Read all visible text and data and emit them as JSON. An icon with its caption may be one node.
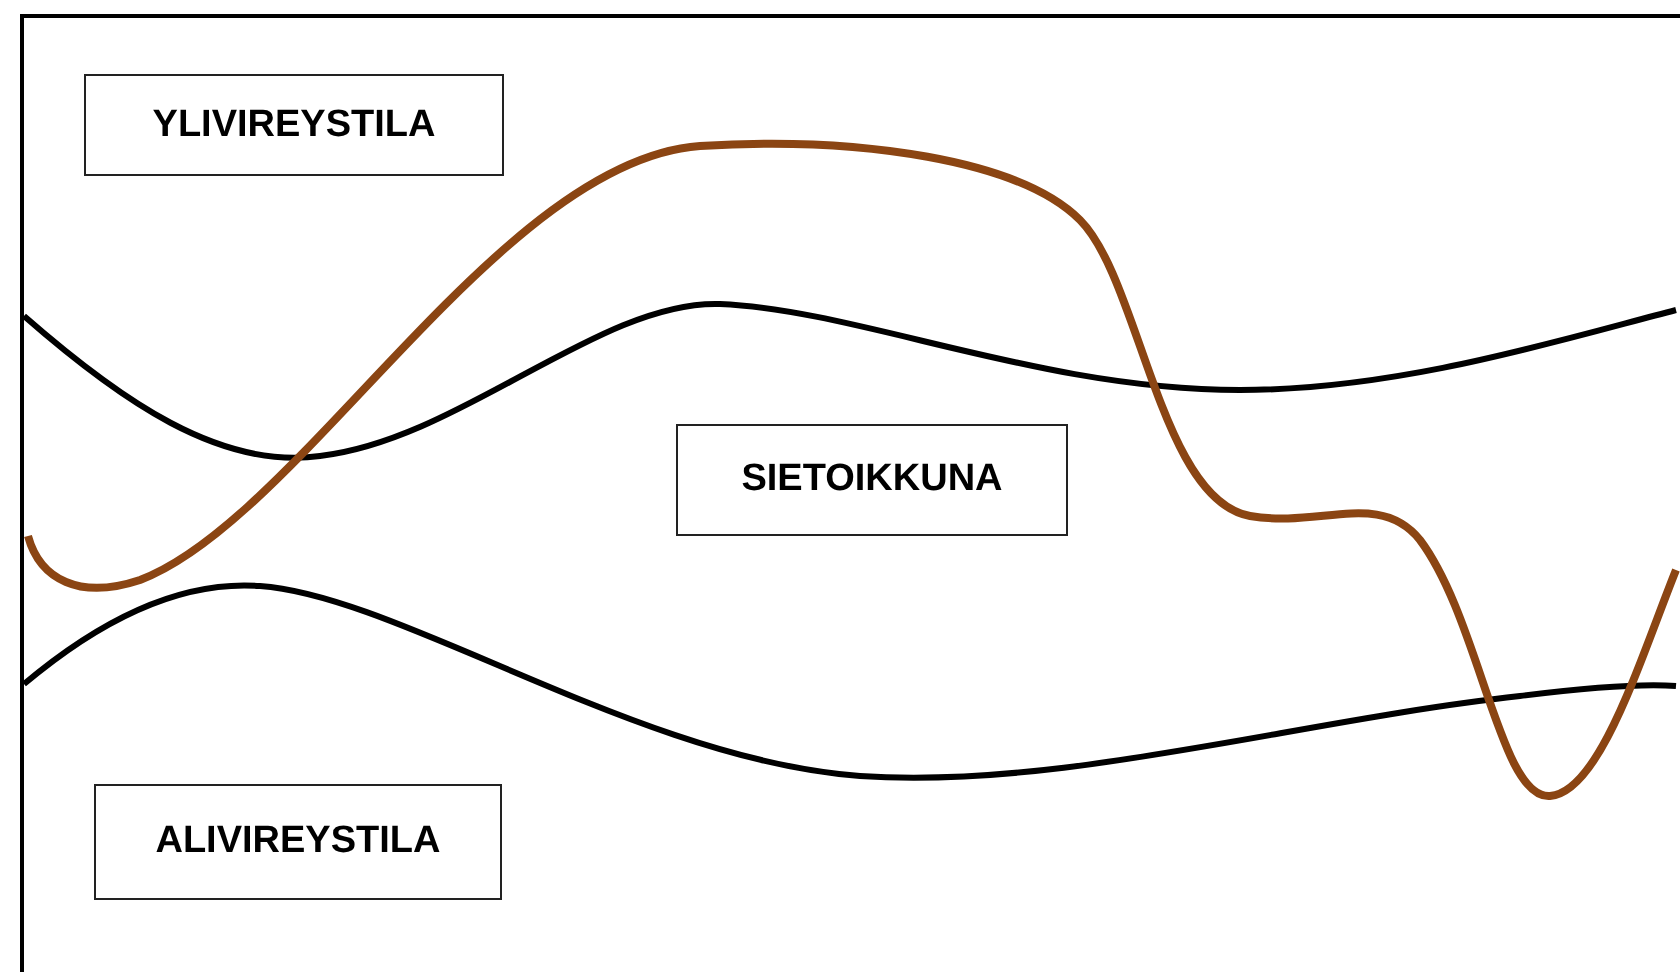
{
  "diagram": {
    "nodes": [
      {
        "text": [
          "YLIVIREYSTILA"
        ]
      },
      {
        "text": [
          "SIETOIKKUNA"
        ]
      },
      {
        "text": [
          "ALIVIREYSTILA"
        ]
      }
    ]
  }
}
